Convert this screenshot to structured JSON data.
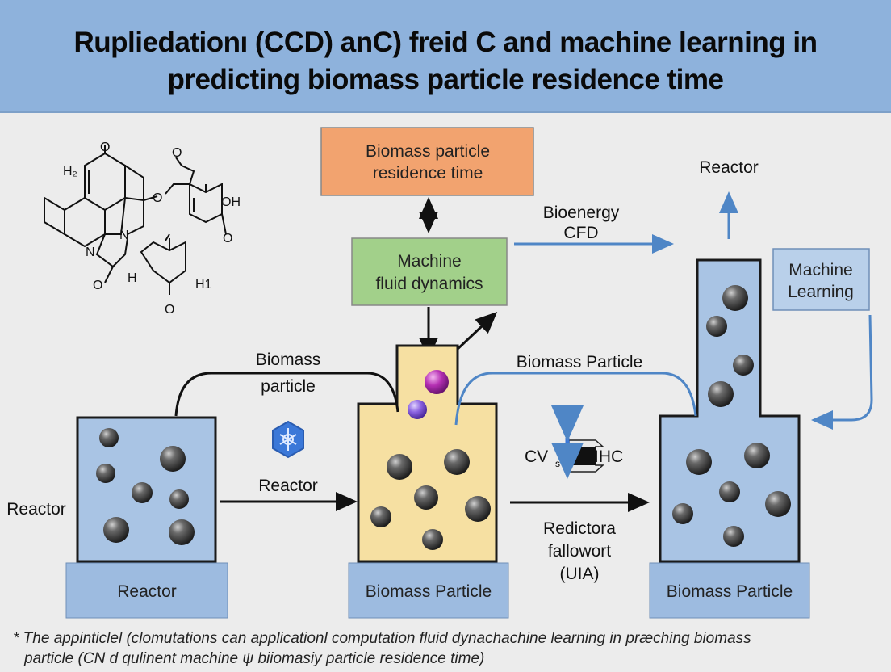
{
  "title": {
    "line1": "Rupliedationı (CCD) anC) freid C and machine learning in",
    "line2": "predicting biomass particle residence time"
  },
  "molecule": {
    "labels": [
      "O",
      "H₂",
      "O",
      "O",
      "OH",
      "O",
      "N",
      "N",
      "O",
      "H",
      "H1",
      "O"
    ]
  },
  "boxes": {
    "top_orange": [
      "Biomass particle",
      "residence time"
    ],
    "green": [
      "Machine",
      "fluid dynamics"
    ],
    "machine_learning": [
      "Machine",
      "Learning"
    ]
  },
  "labels": {
    "bioenergy": [
      "Bioenergy",
      "CFD"
    ],
    "reactor_top_right": "Reactor",
    "biomass_particle_left": [
      "Biomass",
      "particle"
    ],
    "reactor_middle": "Reactor",
    "reactor_left": "Reactor",
    "biomass_particle_right": "Biomass Particle",
    "cv_label": "CV",
    "cv_sub": "s",
    "ihc_label": "IHC",
    "redictora": [
      "Redictora",
      "fallowort",
      "(UIA)"
    ]
  },
  "bases": {
    "left": "Reactor",
    "middle": "Biomass Particle",
    "right": "Biomass Particle"
  },
  "footer": {
    "line1": "* The appinticlel (clomutations can applicationl computation fluid dynachachine learning in præching biomass",
    "line2": "particle  (CN d qulinent machine ψ biiomasiy particle residence time)"
  },
  "colors": {
    "title_band": "#8eb2dc",
    "orange_box": "#f2a36f",
    "green_box": "#a2d08a",
    "vessel_blue": "#a9c4e4",
    "vessel_yellow": "#f6e0a2",
    "arrow_blue": "#4f86c6",
    "particle_purple": "#b02fb0"
  }
}
